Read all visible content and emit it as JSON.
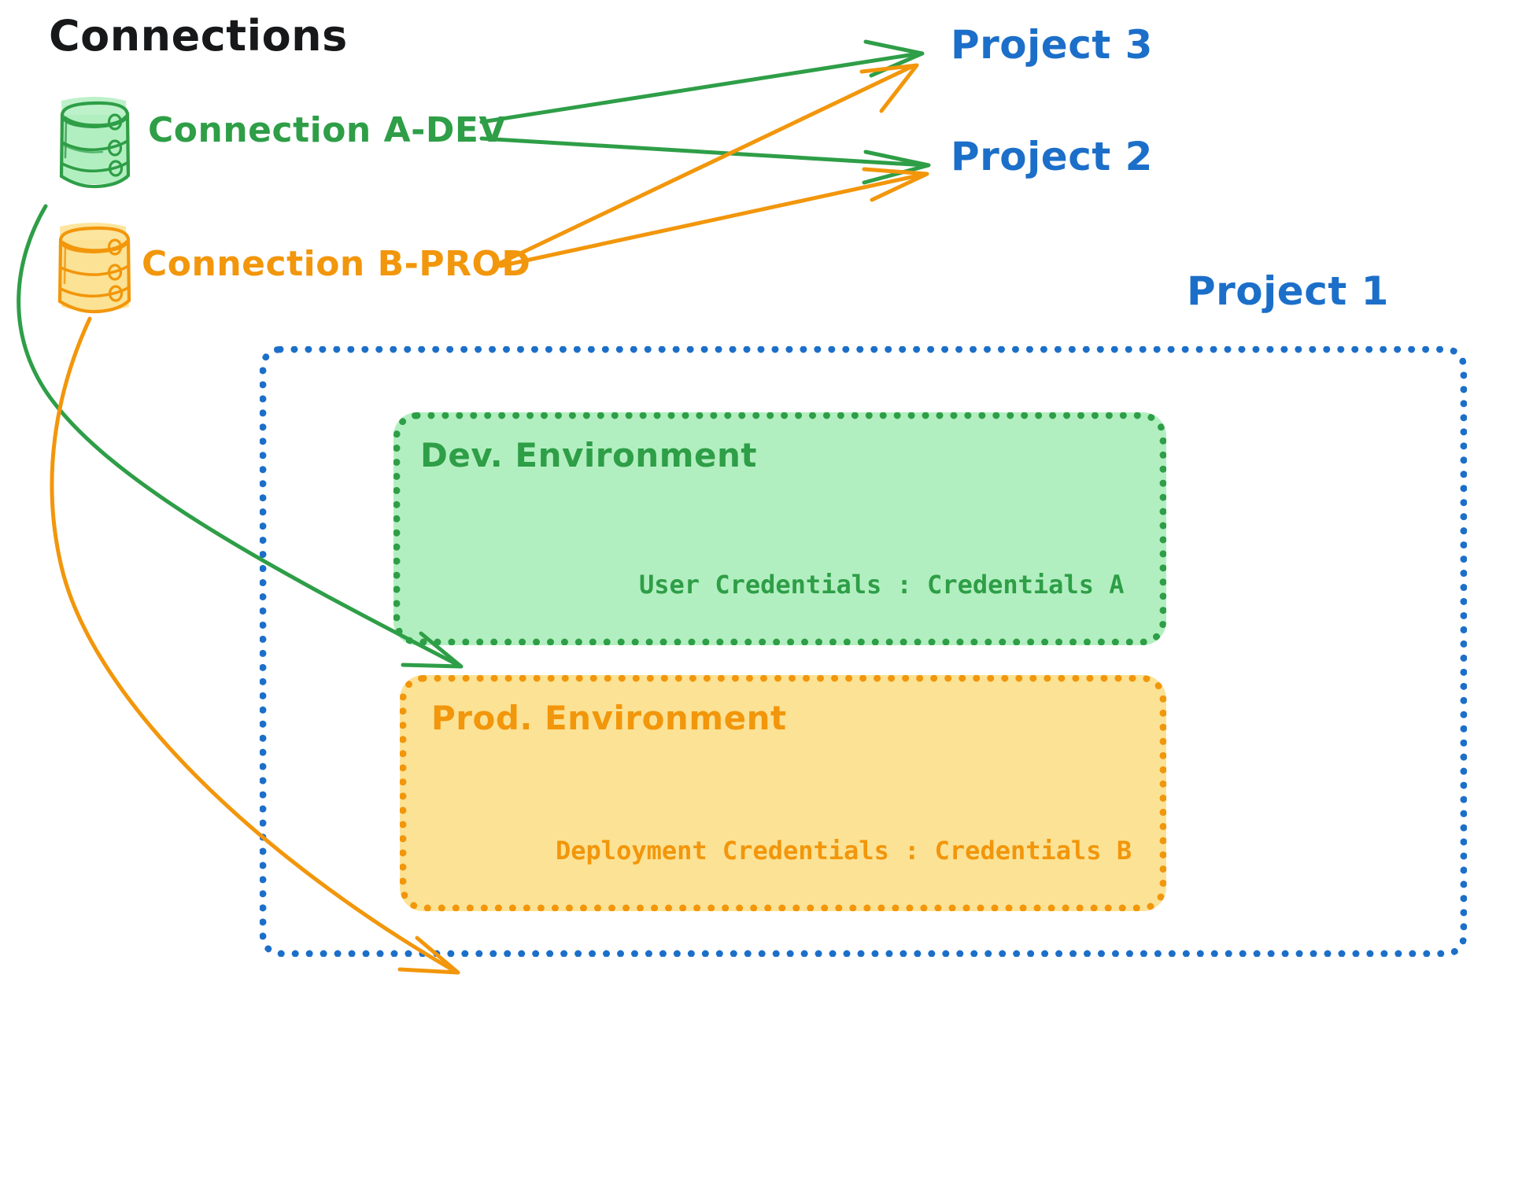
{
  "diagram": {
    "title": "Connections",
    "type": "architecture-diagram"
  },
  "connections": [
    {
      "id": "conn-a-dev",
      "label": "Connection A-DEV",
      "icon": "database-icon",
      "color": "#2E9E47",
      "fill": "#B2EFC0",
      "targets": [
        "Project 3",
        "Project 2",
        "Dev. Environment"
      ]
    },
    {
      "id": "conn-b-prod",
      "label": "Connection B-PROD",
      "icon": "database-icon",
      "color": "#F2960B",
      "fill": "#FCE294",
      "targets": [
        "Project 3",
        "Project 2",
        "Prod. Environment"
      ]
    }
  ],
  "projects": [
    {
      "id": "project-3",
      "label": "Project 3",
      "color": "#1C6FC9"
    },
    {
      "id": "project-2",
      "label": "Project 2",
      "color": "#1C6FC9"
    },
    {
      "id": "project-1",
      "label": "Project 1",
      "color": "#1C6FC9"
    }
  ],
  "project_1_container": {
    "label": "Project 1",
    "border_color": "#1C6FC9",
    "environments": [
      {
        "id": "dev-environment",
        "title": "Dev. Environment",
        "credentials_label": "User Credentials",
        "credentials_value": "Credentials A",
        "credentials_line": "User Credentials : Credentials A",
        "color": "#2E9E47",
        "fill": "#B2EFC0"
      },
      {
        "id": "prod-environment",
        "title": "Prod. Environment",
        "credentials_label": "Deployment Credentials",
        "credentials_value": "Credentials B",
        "credentials_line": "Deployment Credentials : Credentials B",
        "color": "#F2960B",
        "fill": "#FCE294"
      }
    ]
  },
  "edges": [
    {
      "from": "Connection A-DEV",
      "to": "Project 3",
      "color": "#2E9E47",
      "style": "straight-arrow"
    },
    {
      "from": "Connection A-DEV",
      "to": "Project 2",
      "color": "#2E9E47",
      "style": "straight-arrow"
    },
    {
      "from": "Connection A-DEV",
      "to": "Dev. Environment",
      "color": "#2E9E47",
      "style": "curved-arrow"
    },
    {
      "from": "Connection B-PROD",
      "to": "Project 3",
      "color": "#F2960B",
      "style": "straight-arrow"
    },
    {
      "from": "Connection B-PROD",
      "to": "Project 2",
      "color": "#F2960B",
      "style": "straight-arrow"
    },
    {
      "from": "Connection B-PROD",
      "to": "Prod. Environment",
      "color": "#F2960B",
      "style": "curved-arrow"
    }
  ],
  "palette": {
    "green_stroke": "#2E9E47",
    "green_fill": "#B2EFC0",
    "orange_stroke": "#F2960B",
    "orange_fill": "#FCE294",
    "blue": "#1C6FC9",
    "title_black": "#17181a",
    "background": "#ffffff"
  }
}
